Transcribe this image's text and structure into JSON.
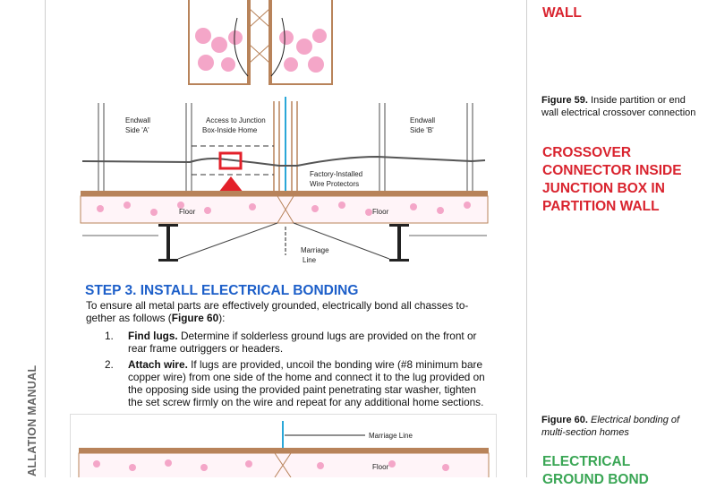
{
  "side_tab": "ALLATION MANUAL",
  "right": {
    "top_label_tail": "WALL",
    "fig59_bold": "Figure 59.",
    "fig59_text": " Inside partition or end wall electrical crossover connection",
    "fig59_callout": [
      "CROSSOVER",
      "CONNECTOR INSIDE",
      "JUNCTION BOX IN",
      "PARTITION WALL"
    ],
    "fig60_bold": "Figure 60.",
    "fig60_text": " Electrical bonding of multi-section homes",
    "fig60_callout": [
      "ELECTRICAL",
      "GROUND BOND"
    ]
  },
  "diagram59": {
    "endwall_a": [
      "Endwall",
      "Side 'A'"
    ],
    "access": [
      "Access to Junction",
      "Box-Inside Home"
    ],
    "protectors": [
      "Factory-Installed",
      "Wire Protectors"
    ],
    "floor": "Floor",
    "marriage": [
      "Marriage",
      "Line"
    ],
    "colors": {
      "wood": "#b8835a",
      "insulation": "#f4a6c8",
      "wire_blue": "#2aa7d8",
      "arrow": "#e3202a"
    }
  },
  "diagram60": {
    "marriage": "Marriage Line",
    "floor": "Floor"
  },
  "step": {
    "heading": "STEP 3. INSTALL ELECTRICAL BONDING",
    "intro_1": "To ensure all metal parts are effectively grounded, electrically bond all chasses to-",
    "intro_2a": "gether as follows (",
    "intro_2b": "Figure 60",
    "intro_2c": "):",
    "items": [
      {
        "num": "1.",
        "title": "Find lugs.",
        "lines": [
          " Determine if solderless ground lugs are provided on the front or",
          "rear frame outriggers or headers."
        ]
      },
      {
        "num": "2.",
        "title": "Attach wire.",
        "lines": [
          " If lugs are provided, uncoil the bonding wire (#8 minimum bare",
          "copper wire) from one side of the home and connect it to the lug provided on",
          "the opposing side using the provided paint penetrating star washer, tighten",
          "the set screw firmly on the wire and repeat for any additional home sections."
        ]
      }
    ]
  }
}
